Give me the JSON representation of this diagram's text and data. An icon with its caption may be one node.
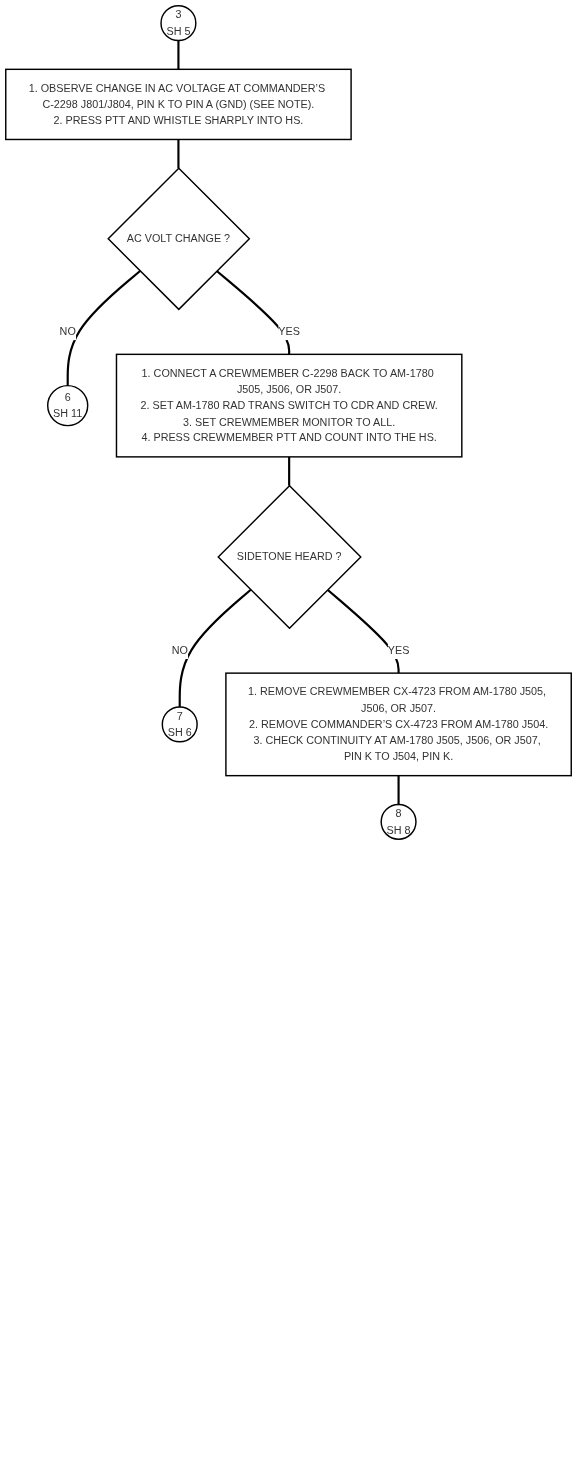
{
  "diagram": {
    "nodes": [
      {
        "text": [
          "3",
          "SH 5"
        ]
      },
      {
        "text": [
          "1. OBSERVE CHANGE IN AC VOLTAGE AT COMMANDER’S C-2298 J801/J804, PIN K TO PIN A (GND) (SEE NOTE).",
          "2. PRESS PTT AND WHISTLE SHARPLY INTO HS."
        ]
      },
      {
        "text": [
          "AC VOLT CHANGE ?"
        ]
      },
      {
        "text": [
          "6",
          "SH 11"
        ]
      },
      {
        "text": [
          "1. CONNECT A CREWMEMBER C-2298 BACK TO AM-1780 J505, J506, OR J507.",
          "2. SET AM-1780 RAD TRANS SWITCH TO CDR AND CREW.",
          "3. SET CREWMEMBER MONITOR TO ALL.",
          "4. PRESS CREWMEMBER PTT AND COUNT INTO THE HS."
        ]
      },
      {
        "text": [
          "SIDETONE HEARD ?"
        ]
      },
      {
        "text": [
          "7",
          "SH 6"
        ]
      },
      {
        "text": [
          "1. REMOVE CREWMEMBER CX-4723 FROM AM-1780 J505, J506, OR J507.",
          "2. REMOVE COMMANDER’S CX-4723 FROM AM-1780 J504.",
          "3. CHECK CONTINUITY AT AM-1780 J505, J506, OR J507, PIN K TO J504, PIN K."
        ]
      },
      {
        "text": [
          "8",
          "SH 8"
        ]
      }
    ],
    "edges": [
      {
        "from": 0,
        "to": 1,
        "arrow": "none"
      },
      {
        "from": 1,
        "to": 2,
        "arrow": "none"
      },
      {
        "from": 2,
        "to": 3,
        "arrow": "none",
        "label": "NO"
      },
      {
        "from": 2,
        "to": 4,
        "arrow": "none",
        "label": "YES"
      },
      {
        "from": 4,
        "to": 5,
        "arrow": "none"
      },
      {
        "from": 5,
        "to": 6,
        "arrow": "none",
        "label": "NO"
      },
      {
        "from": 5,
        "to": 7,
        "arrow": "none",
        "label": "YES"
      },
      {
        "from": 7,
        "to": 8,
        "arrow": "none"
      }
    ]
  }
}
